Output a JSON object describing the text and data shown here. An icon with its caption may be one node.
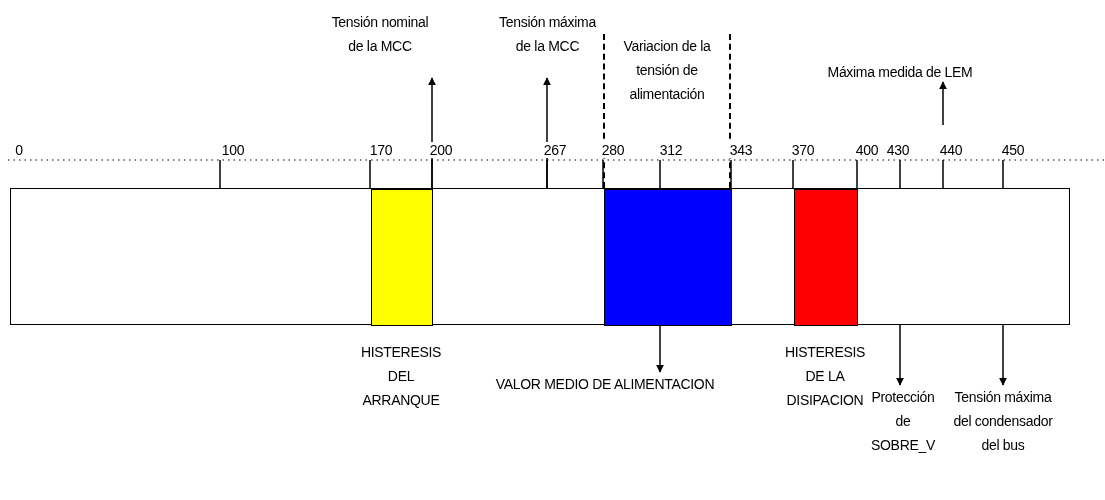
{
  "diagram": {
    "nodes": [
      {
        "text": [],
        "shape": "box"
      },
      {
        "text": [],
        "shape": "box",
        "in": 0
      },
      {
        "text": [],
        "shape": "box",
        "in": 0
      },
      {
        "text": [],
        "shape": "box",
        "in": 0
      },
      {
        "text": [
          "Tensión nominal de la MCC"
        ]
      },
      {
        "text": [
          "Tensión máxima de la MCC"
        ]
      },
      {
        "text": [
          "Variacion de la tensión de alimentación"
        ]
      },
      {
        "text": [
          "Máxima medida de LEM"
        ]
      },
      {
        "text": [
          "VALOR MEDIO DE ALIMENTACION"
        ]
      },
      {
        "text": [
          "Protección de SOBRE_V"
        ]
      },
      {
        "text": [
          "Tensión máxima del condensador del bus"
        ]
      }
    ],
    "edges": [
      {
        "from": 1,
        "to": 4,
        "arrow": "to"
      },
      {
        "from": 0,
        "to": 5,
        "arrow": "to"
      },
      {
        "from": null,
        "to": 7,
        "arrow": "to"
      },
      {
        "from": 2,
        "to": 8,
        "arrow": "to"
      },
      {
        "from": 0,
        "to": 9,
        "arrow": "to"
      },
      {
        "from": 0,
        "to": 10,
        "arrow": "to"
      }
    ],
    "labels": [
      "0",
      "100",
      "170",
      "200",
      "267",
      "280",
      "312",
      "343",
      "370",
      "400",
      "430",
      "440",
      "450",
      "HISTERESIS DEL ARRANQUE",
      "HISTERESIS DE LA DISIPACION"
    ]
  }
}
